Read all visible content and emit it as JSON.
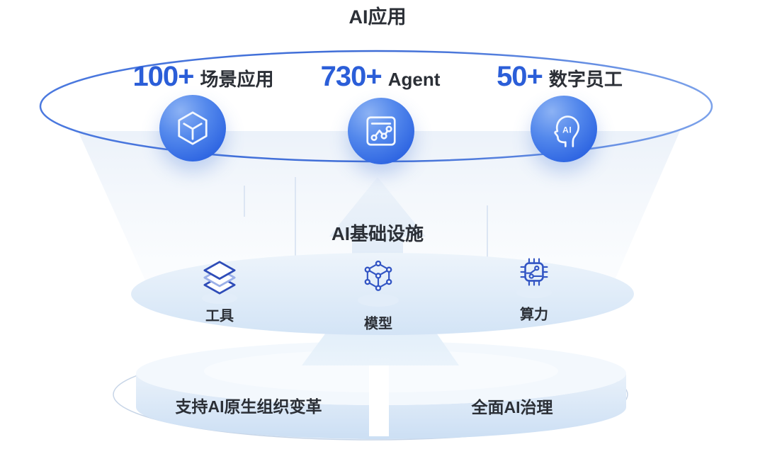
{
  "palette": {
    "accent_blue": "#2B5ED8",
    "dark_text": "#2B2F36",
    "icon_stroke_navy": "#3356C4",
    "icon_stroke_light": "#9BB0E8",
    "circle_fill_top": "#8CB2F4",
    "circle_fill_bottom": "#2A5AD2",
    "ring_stroke": "#3E6CD6",
    "disc_fill": "#D3E4F6",
    "platform_fill": "#CCDFF4"
  },
  "header": {
    "title": "AI应用"
  },
  "applications": {
    "stats": [
      {
        "value": "100+",
        "label": "场景应用",
        "icon": "cube-3d-icon"
      },
      {
        "value": "730+",
        "label": "Agent",
        "icon": "agent-window-icon"
      },
      {
        "value": "50+",
        "label": "数字员工",
        "icon": "digital-worker-head-icon",
        "icon_text": "AI"
      }
    ]
  },
  "infrastructure": {
    "title": "AI基础设施",
    "items": [
      {
        "label": "工具",
        "icon": "layers-icon"
      },
      {
        "label": "模型",
        "icon": "model-cube-icon"
      },
      {
        "label": "算力",
        "icon": "chip-icon"
      }
    ]
  },
  "platform": {
    "left_label": "支持AI原生组织变革",
    "right_label": "全面AI治理"
  }
}
